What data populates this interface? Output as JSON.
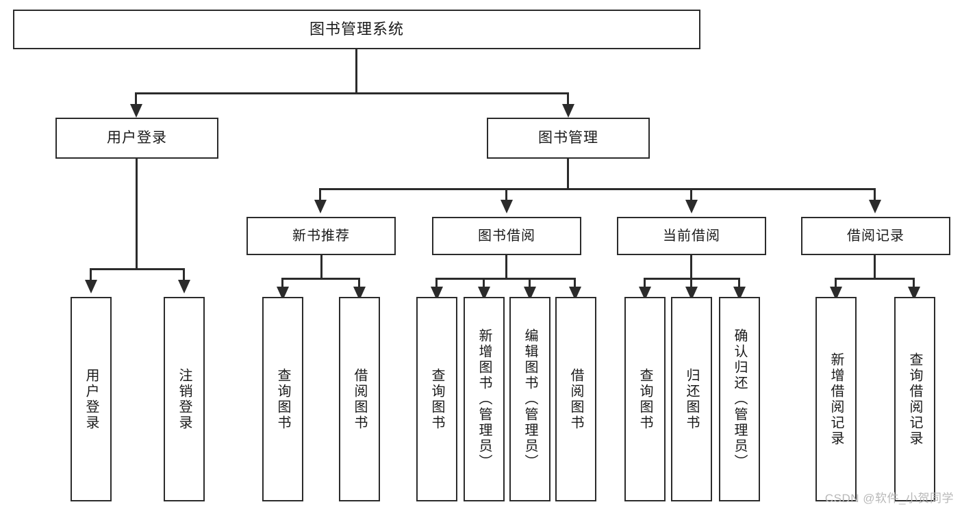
{
  "diagram": {
    "title": "图书管理系统",
    "root": {
      "label": "图书管理系统"
    },
    "level2": [
      {
        "label": "用户登录"
      },
      {
        "label": "图书管理"
      }
    ],
    "level3": [
      {
        "label": "新书推荐"
      },
      {
        "label": "图书借阅"
      },
      {
        "label": "当前借阅"
      },
      {
        "label": "借阅记录"
      }
    ],
    "leaves": {
      "user_login": [
        {
          "label": "用户登录"
        },
        {
          "label": "注销登录"
        }
      ],
      "new_book_recommend": [
        {
          "label": "查询图书"
        },
        {
          "label": "借阅图书"
        }
      ],
      "book_borrow": [
        {
          "label": "查询图书"
        },
        {
          "label": "新增图书（管理员）"
        },
        {
          "label": "编辑图书（管理员）"
        },
        {
          "label": "借阅图书"
        }
      ],
      "current_borrow": [
        {
          "label": "查询图书"
        },
        {
          "label": "归还图书"
        },
        {
          "label": "确认归还（管理员）"
        }
      ],
      "borrow_record": [
        {
          "label": "新增借阅记录"
        },
        {
          "label": "查询借阅记录"
        }
      ]
    }
  },
  "watermark": {
    "text": "CSDN @软件_小贺同学"
  },
  "colors": {
    "border": "#2b2b2b",
    "background": "#ffffff",
    "text": "#1a1a1a",
    "watermark": "#b8b8b8"
  }
}
